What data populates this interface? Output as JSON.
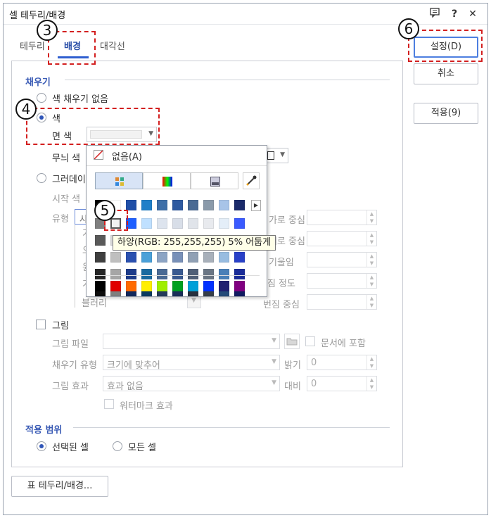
{
  "window": {
    "title": "셀 테두리/배경"
  },
  "tabs": {
    "border": "테두리",
    "background": "배경",
    "diagonal": "대각선"
  },
  "fill": {
    "section": "채우기",
    "no_color": "색 채우기 없음",
    "color": "색",
    "face_color": "면 색",
    "pattern_color": "무늬 색",
    "gradation": "그러데이",
    "start_color": "시작 색",
    "type": "유형",
    "gradation_type_value": "사",
    "hidden_rows": [
      "가",
      "오",
      "윈",
      "가"
    ],
    "blur_center": "블러리",
    "h_center": "가로 중심",
    "v_center": "세로 중심",
    "tilt": "기울임",
    "spread": "번짐 정도",
    "spread_center": "번짐 중심"
  },
  "picture": {
    "label": "그림",
    "file": "그림 파일",
    "include_in_doc": "문서에 포함",
    "fill_type": "채우기 유형",
    "fill_type_value": "크기에 맞추어",
    "brightness": "밝기",
    "brightness_value": "0",
    "effect": "그림 효과",
    "effect_value": "효과 없음",
    "contrast": "대비",
    "contrast_value": "0",
    "watermark": "워터마크 효과"
  },
  "apply": {
    "section": "적용 범위",
    "selected": "선택된 셀",
    "all": "모든 셀"
  },
  "buttons": {
    "ok": "설정(D)",
    "cancel": "취소",
    "apply": "적용(9)",
    "table_border": "표 테두리/배경..."
  },
  "palette": {
    "none": "없음(A)",
    "tooltip": "하양(RGB: 255,255,255) 5% 어둡게",
    "row0": [
      "#000000",
      "#ffffff",
      "#1f4fa8",
      "#1f7fc8",
      "#3e6fa8",
      "#2e5aa0",
      "#4a6a94",
      "#8a9aaa",
      "#a8c4e8",
      "#1a2a6a"
    ],
    "cols": [
      [
        "#7f7f7f",
        "#595959",
        "#3f3f3f",
        "#262626",
        "#0d0d0d"
      ],
      [
        "#f2f2f2",
        "#d9d9d9",
        "#bfbfbf",
        "#a6a6a6",
        "#7f7f7f"
      ],
      [
        "#1e5fff",
        "#3a6ad8",
        "#2a50b0",
        "#1e3c8a",
        "#12285c"
      ],
      [
        "#bfe0ff",
        "#8cc8f0",
        "#4aa0d8",
        "#1a6aa0",
        "#0a3a60"
      ],
      [
        "#dde4ee",
        "#bccadc",
        "#8ca4c4",
        "#4a6a94",
        "#243a5a"
      ],
      [
        "#d8dee8",
        "#b0c0d8",
        "#7890b8",
        "#3a5a90",
        "#1a2e58"
      ],
      [
        "#e0e4ea",
        "#c0c8d4",
        "#90a0b4",
        "#506078",
        "#28303e"
      ],
      [
        "#e8eaee",
        "#d0d4da",
        "#a8b0ba",
        "#6a7684",
        "#363e48"
      ],
      [
        "#e4eef8",
        "#c8dcf0",
        "#98bce0",
        "#4a80b8",
        "#244a78"
      ],
      [
        "#3a5aff",
        "#3050e8",
        "#2840c8",
        "#1a2c98",
        "#101a60"
      ]
    ],
    "standard": [
      "#000000",
      "#e00000",
      "#ff6a00",
      "#ffee00",
      "#a0ee00",
      "#00a020",
      "#00a0d8",
      "#0030ff",
      "#202070",
      "#800080"
    ]
  },
  "callouts": {
    "c3": "3",
    "c4": "4",
    "c5": "5",
    "c6": "6"
  },
  "colors": {
    "accent": "#2f55b8",
    "callout": "#d32020"
  }
}
